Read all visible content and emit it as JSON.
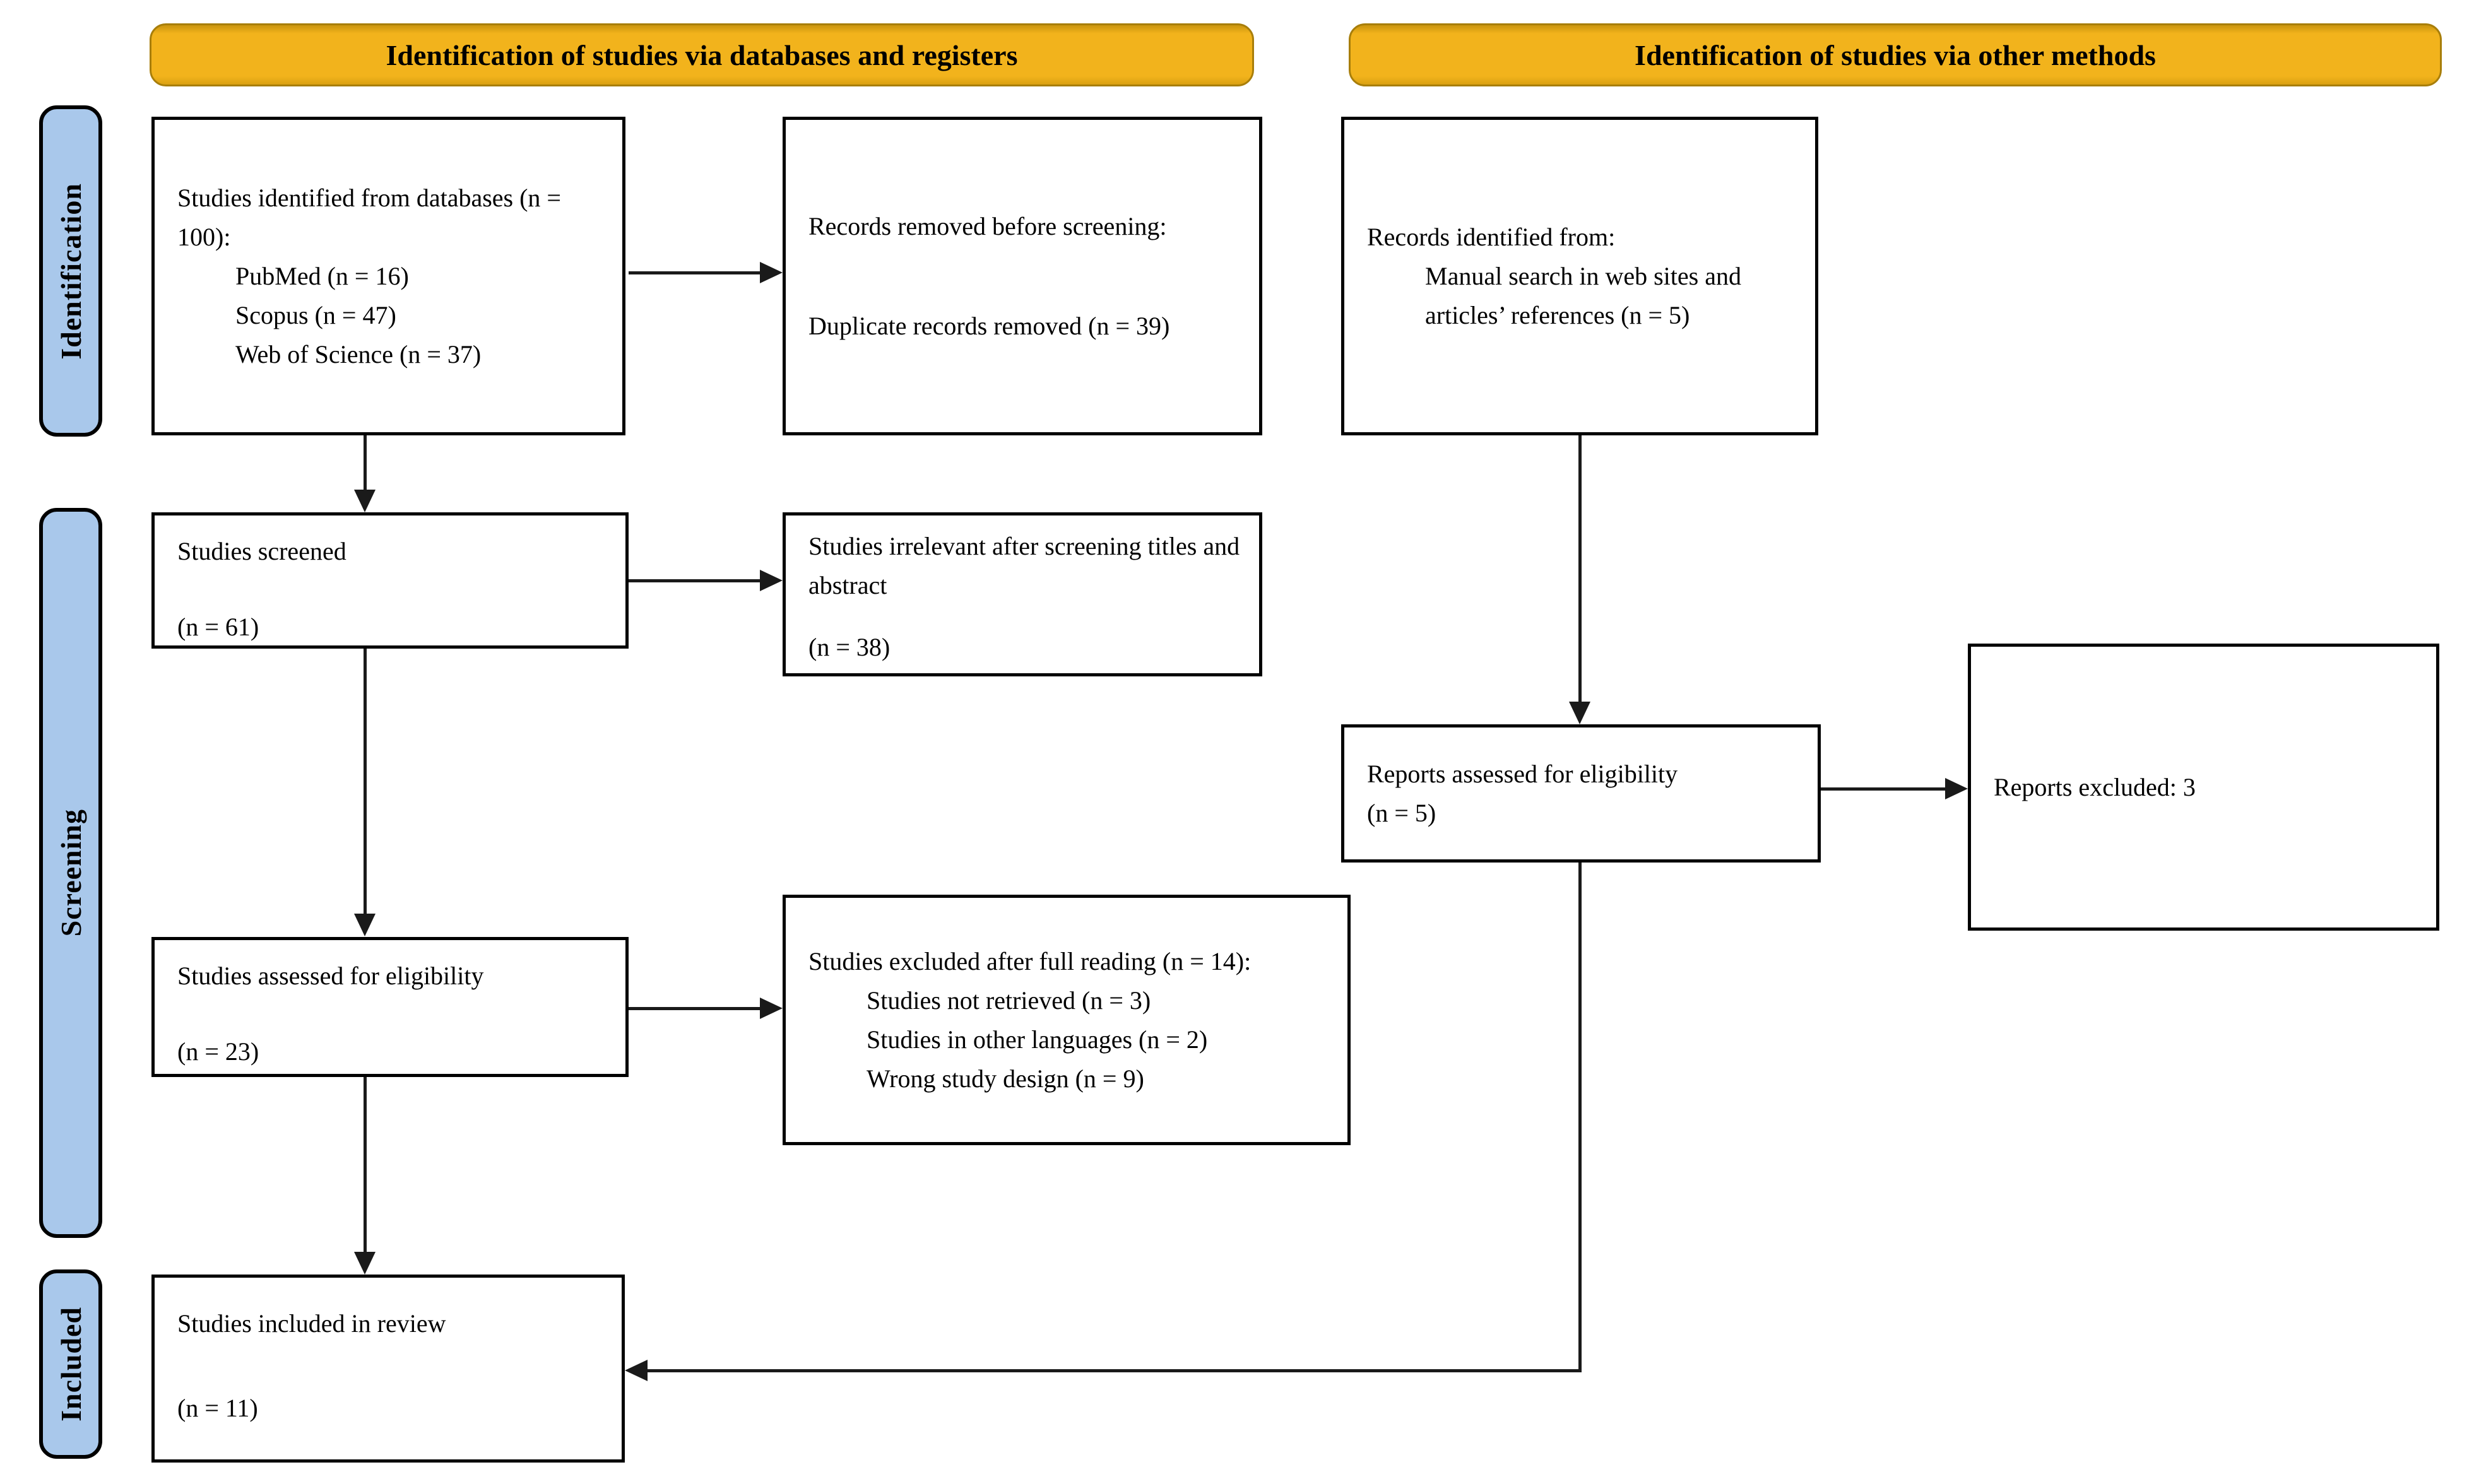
{
  "headers": {
    "left": "Identification of studies via databases and registers",
    "right": "Identification of studies via other methods"
  },
  "sidebar": {
    "identification": "Identification",
    "screening": "Screening",
    "included": "Included"
  },
  "boxes": {
    "db_identified": {
      "title": "Studies identified from databases (n = 100):",
      "items": [
        "PubMed (n = 16)",
        "Scopus (n = 47)",
        "Web of Science (n = 37)"
      ]
    },
    "records_removed": {
      "line1": "Records removed before screening:",
      "line2": "Duplicate records removed (n = 39)"
    },
    "other_identified": {
      "title": "Records identified from:",
      "items": [
        "Manual search in web sites and articles’ references (n = 5)"
      ]
    },
    "screened": {
      "line1": "Studies screened",
      "count": "(n = 61)"
    },
    "irrelevant": {
      "line1": "Studies irrelevant after screening titles and abstract",
      "count": "(n = 38)"
    },
    "assessed": {
      "line1": "Studies assessed for eligibility",
      "count": "(n = 23)"
    },
    "full_excluded": {
      "title": "Studies excluded after full reading (n = 14):",
      "items": [
        "Studies not retrieved (n = 3)",
        "Studies in other languages (n = 2)",
        "Wrong study design (n = 9)"
      ]
    },
    "reports_assessed": {
      "line1": "Reports assessed for eligibility",
      "count": "(n = 5)"
    },
    "reports_excluded": {
      "line1": "Reports excluded: 3"
    },
    "included_review": {
      "line1": "Studies included in review",
      "count": "(n = 11)"
    }
  },
  "colors": {
    "header_bg": "#F2B31C",
    "header_border": "#A87E0A",
    "sidebar_bg": "#A9C8EB",
    "box_border": "#000000",
    "arrow": "#1A1A1A"
  }
}
